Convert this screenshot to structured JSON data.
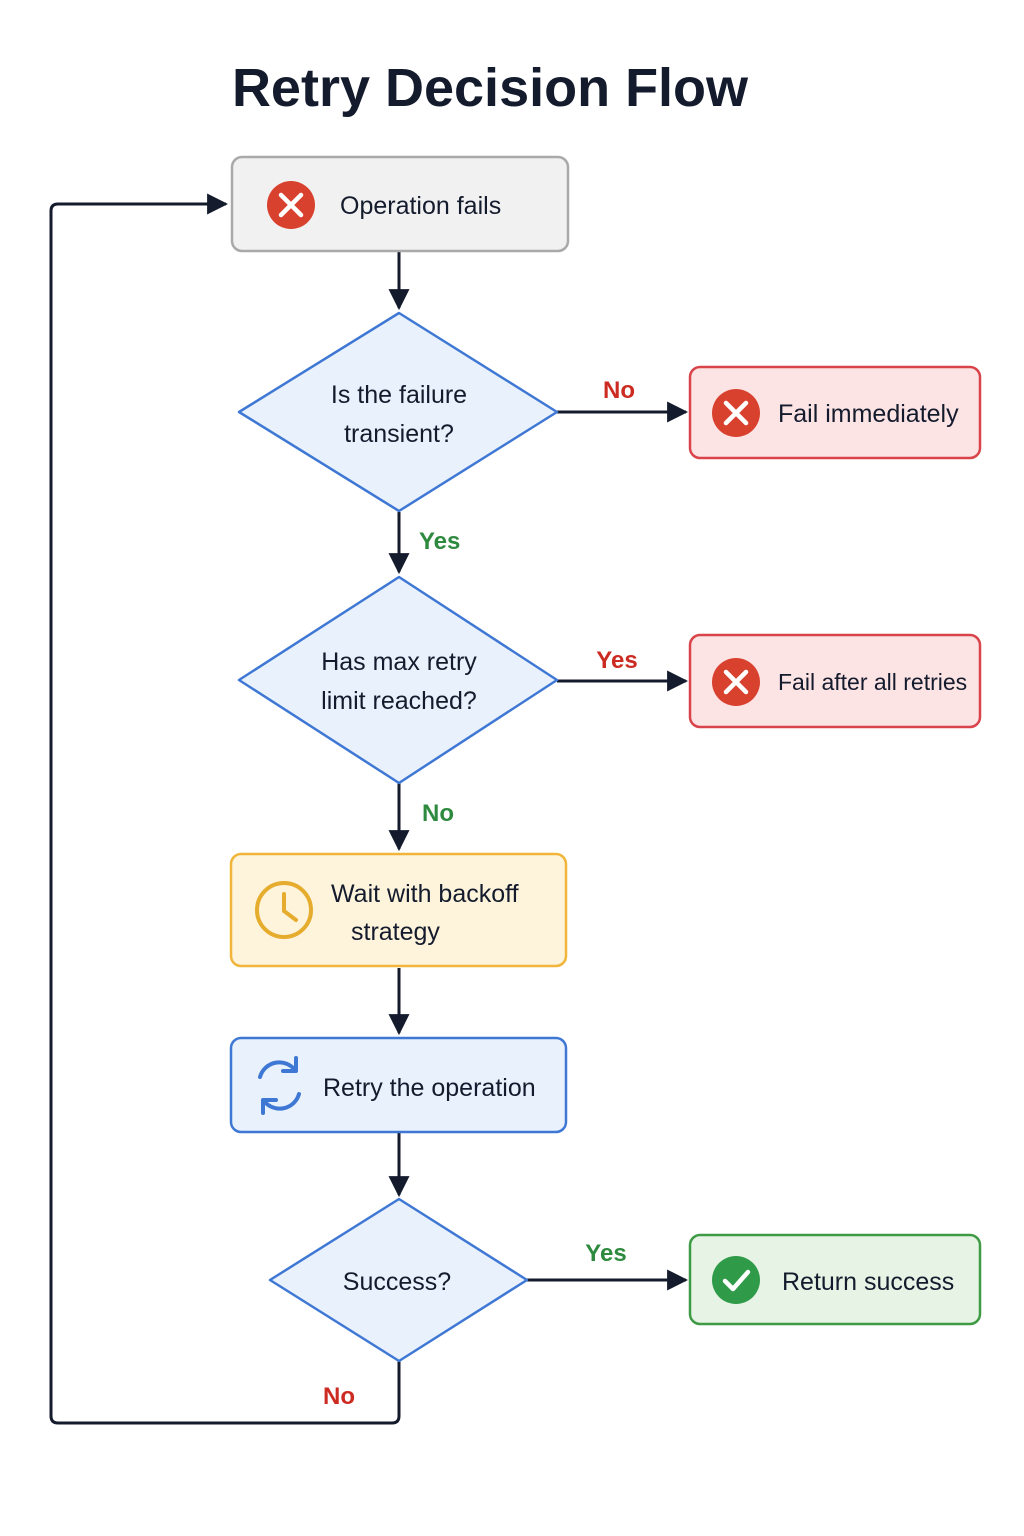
{
  "title": "Retry Decision Flow",
  "colors": {
    "line": "#141b2d",
    "process_fill": "#f1f1f1",
    "process_stroke": "#a9a9a9",
    "decision_fill": "#e9f1fc",
    "decision_stroke": "#3f78d4",
    "fail_fill": "#fce3e4",
    "fail_stroke": "#d9444b",
    "wait_fill": "#fef4dc",
    "wait_stroke": "#f0b53a",
    "retry_fill": "#e8f1fc",
    "retry_stroke": "#3f78d4",
    "success_fill": "#e7f4e5",
    "success_stroke": "#3f9a45",
    "label_red": "#cc2b22",
    "label_green": "#2e8a3f",
    "error_icon": "#d8412e",
    "success_icon": "#2f9a48",
    "clock_icon": "#e6ac2e",
    "refresh_icon": "#3f78d4"
  },
  "nodes": {
    "operation_fails": {
      "text": "Operation fails",
      "icon": "x-circle-icon"
    },
    "is_transient": {
      "line1": "Is the failure",
      "line2": "transient?"
    },
    "fail_immediately": {
      "text": "Fail immediately",
      "icon": "x-circle-icon"
    },
    "max_retry": {
      "line1": "Has max retry",
      "line2": "limit reached?"
    },
    "fail_after_retries": {
      "text": "Fail after all retries",
      "icon": "x-circle-icon"
    },
    "wait_backoff": {
      "line1": "Wait with backoff",
      "line2": "strategy",
      "icon": "clock-icon"
    },
    "retry_operation": {
      "text": "Retry the operation",
      "icon": "refresh-icon"
    },
    "success_check": {
      "text": "Success?"
    },
    "return_success": {
      "text": "Return success",
      "icon": "check-circle-icon"
    }
  },
  "edge_labels": {
    "transient_no": "No",
    "transient_yes": "Yes",
    "max_yes": "Yes",
    "max_no": "No",
    "success_yes": "Yes",
    "success_no": "No"
  }
}
